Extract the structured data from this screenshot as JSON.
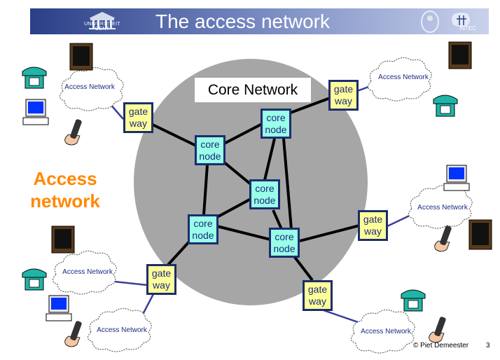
{
  "slide": {
    "title": "The access network",
    "logo_left_text": "UNIVERSITEIT GENT",
    "logo_right_text": "INTEC",
    "footer_author": "© Piet Demeester",
    "page_number": "3"
  },
  "diagram": {
    "core_label": "Core Network",
    "access_label": "Access network",
    "gateway_label": "gate way",
    "core_node_label": "core node",
    "cloud_label": "Access Network",
    "colors": {
      "core_circle": "#a6a6a6",
      "gateway_fill": "#ffff99",
      "core_node_fill": "#99ffe8",
      "node_border": "#1c2d6e",
      "access_text": "#ff8800",
      "access_link": "#3a3f9a"
    }
  }
}
